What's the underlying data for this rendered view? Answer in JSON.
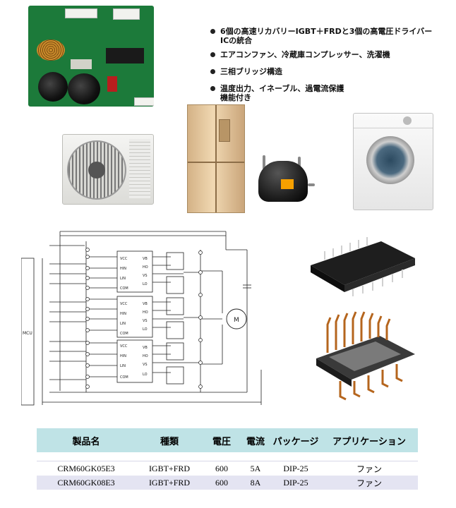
{
  "bullets": [
    {
      "lines": [
        "6個の高速リカバリーIGBT＋FRDと3個の高電圧ドライバー",
        "ICの統合"
      ]
    },
    {
      "lines": [
        "エアコンファン、冷蔵庫コンプレッサー、洗濯機"
      ]
    },
    {
      "lines": [
        "三相ブリッジ構造"
      ]
    },
    {
      "lines": [
        "温度出力、イネーブル、過電流保護",
        "機能付き"
      ]
    }
  ],
  "circuit": {
    "mcu_label": "MCU",
    "motor_label": "M",
    "ic_pins": [
      "VCC",
      "HIN",
      "LIN",
      "COM"
    ],
    "ic_outputs": [
      "VB",
      "HO",
      "VS",
      "LO"
    ]
  },
  "table": {
    "headers": [
      "製品名",
      "種類",
      "電圧",
      "電流",
      "パッケージ",
      "アプリケーション"
    ],
    "rows": [
      [
        "CRM60GK05E3",
        "IGBT+FRD",
        "600",
        "5A",
        "DIP-25",
        "ファン"
      ],
      [
        "CRM60GK08E3",
        "IGBT+FRD",
        "600",
        "8A",
        "DIP-25",
        "ファン"
      ]
    ]
  }
}
